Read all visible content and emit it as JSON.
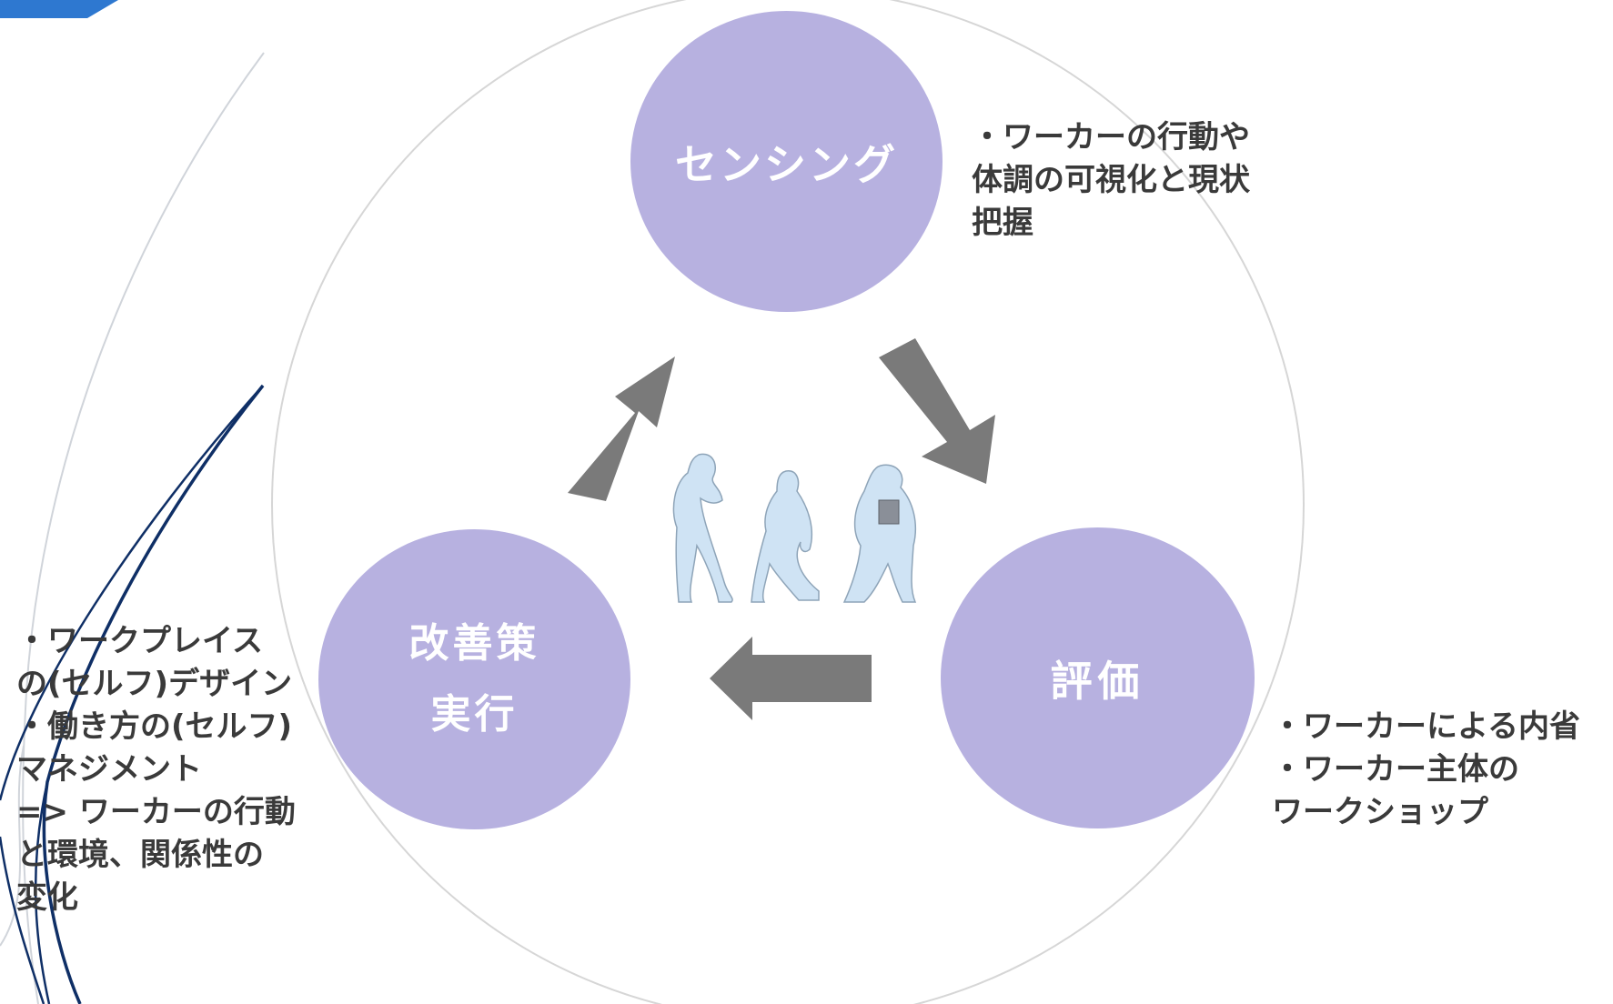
{
  "colors": {
    "node_fill": "#b7b1e0",
    "node_text": "#ffffff",
    "arrow": "#7a7a7a",
    "note_text": "#3a3a3a",
    "accent_blue": "#1a4a8a",
    "figure_fill": "#cfe3f4"
  },
  "cycle": {
    "nodes": {
      "sensing": {
        "label": "センシング"
      },
      "evaluation": {
        "label": "評価"
      },
      "improvement": {
        "lines": [
          "改善策",
          "実行"
        ]
      }
    },
    "notes": {
      "sensing": [
        "・ワーカーの行動や",
        "体調の可視化と現状",
        "把握"
      ],
      "evaluation": [
        "・ワーカーによる内省",
        "・ワーカー主体の",
        "ワークショップ"
      ],
      "improvement": [
        "・ワークプレイス",
        "の(セルフ)デザイン",
        "・働き方の(セルフ)",
        "マネジメント",
        "=> ワーカーの行動",
        "と環境、関係性の",
        "変化"
      ]
    }
  }
}
